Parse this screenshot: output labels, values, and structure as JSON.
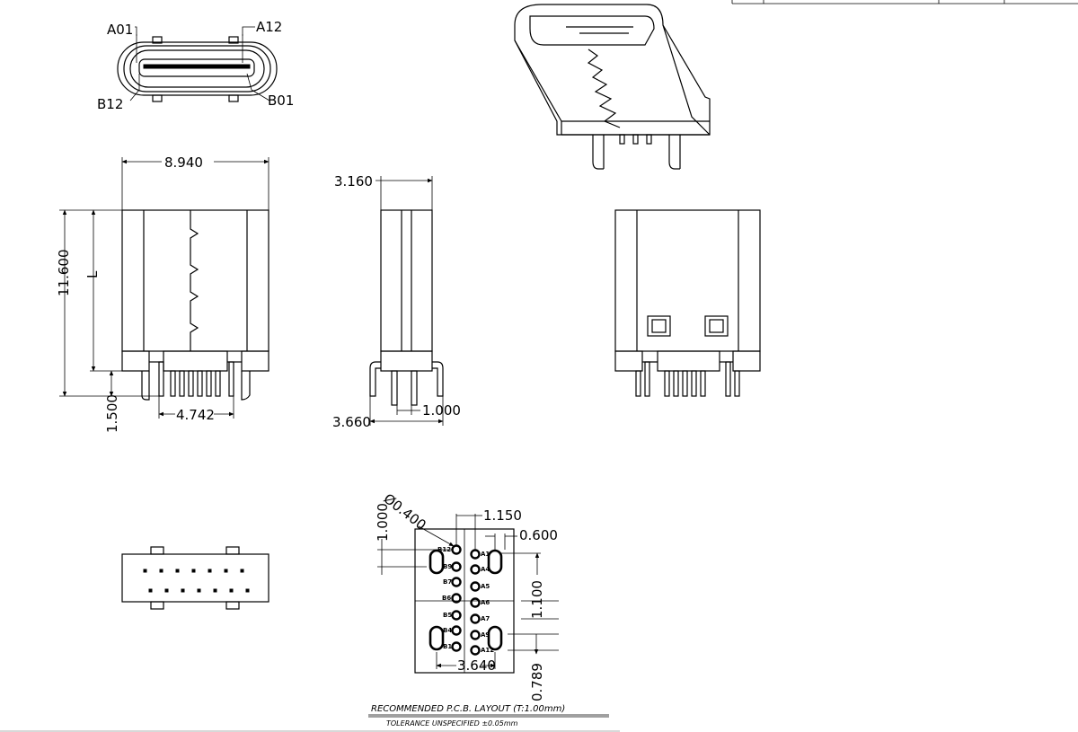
{
  "top_view": {
    "pin_a01": "A01",
    "pin_a12": "A12",
    "pin_b12": "B12",
    "pin_b01": "B01"
  },
  "front_view": {
    "width": "8.940",
    "height": "11.600",
    "length": "L",
    "pin_height": "1.500",
    "pin_span": "4.742"
  },
  "side_view": {
    "thickness": "3.160",
    "foot_span": "3.660",
    "pin_pitch": "1.000"
  },
  "pcb_layout": {
    "hole_diameter": "Ø0.400",
    "row_pitch": "1.000",
    "col_spacing": "1.150",
    "pad_offset": "0.600",
    "slot_spacing": "1.100",
    "span": "3.640",
    "bottom_offset": "0.789",
    "left_pins": [
      "B12",
      "B9",
      "B7",
      "B6",
      "B5",
      "B4",
      "B1"
    ],
    "right_pins": [
      "A1",
      "A4",
      "A5",
      "A6",
      "A7",
      "A9",
      "A12"
    ]
  },
  "notes": {
    "title": "RECOMMENDED  P.C.B. LAYOUT (T:1.00mm)",
    "tolerance": "TOLERANCE UNSPECIFIED ±0.05mm"
  }
}
